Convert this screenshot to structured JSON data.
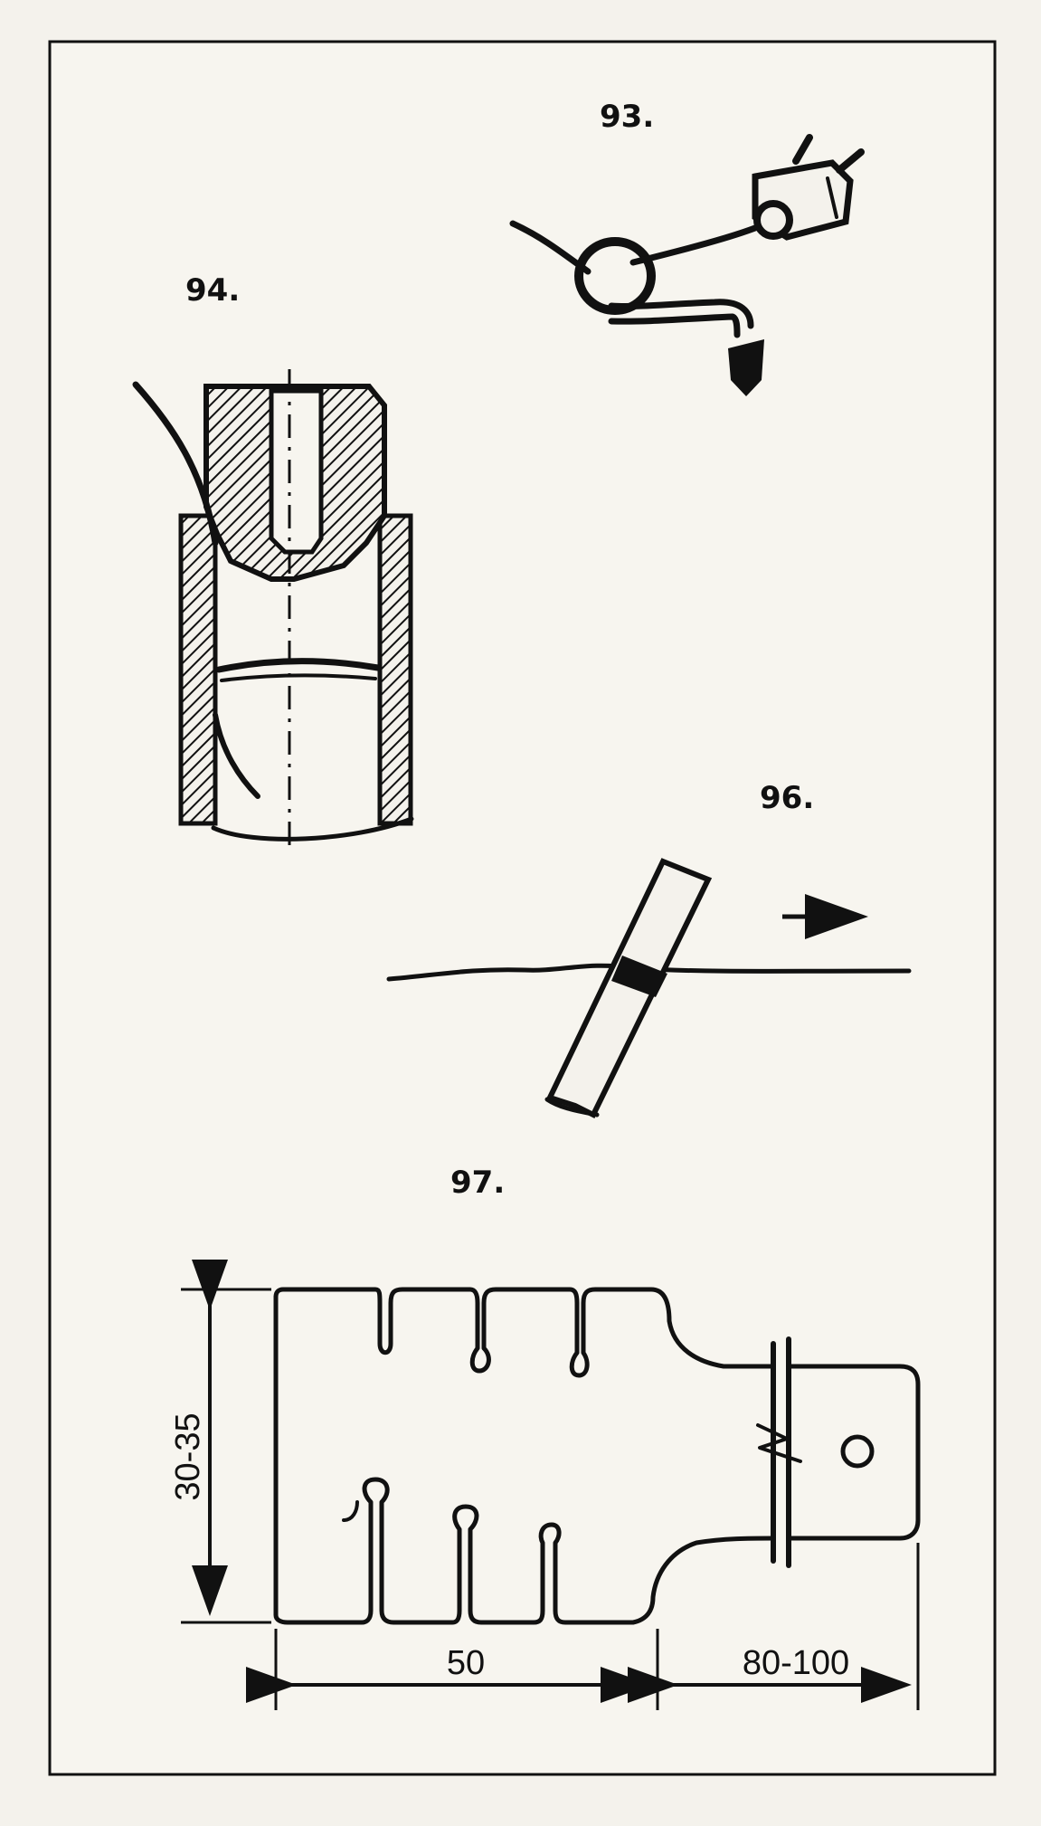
{
  "figures": {
    "fig93": {
      "label": "93."
    },
    "fig94": {
      "label": "94."
    },
    "fig96": {
      "label": "96."
    },
    "fig97": {
      "label": "97.",
      "dim_height": "30-35",
      "dim_width_left": "50",
      "dim_width_right": "80-100"
    }
  }
}
